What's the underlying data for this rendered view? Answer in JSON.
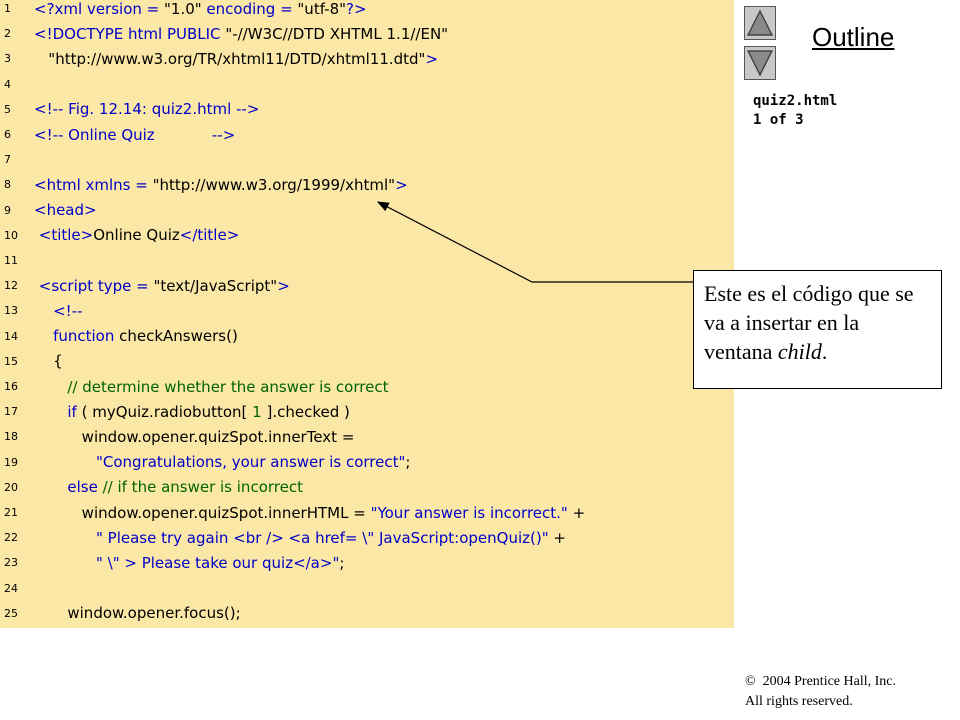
{
  "sidebar": {
    "outline_label": "Outline",
    "file_name": "quiz2.html",
    "page_indicator": "1 of 3",
    "nav_up_icon": "triangle-up-icon",
    "nav_down_icon": "triangle-down-icon"
  },
  "callout": {
    "text_before": "Este es el código que se va a insertar en la ventana ",
    "text_italic": "child",
    "text_after": "."
  },
  "footer": {
    "copyright_symbol": "©",
    "copyright_line1": "2004 Prentice Hall, Inc.",
    "copyright_line2": "All rights reserved."
  },
  "colors": {
    "code_background": "#fbe7a6",
    "code_blue": "#0000c8",
    "code_green": "#006400"
  },
  "code": {
    "lines": [
      {
        "num": "1",
        "segs": [
          [
            "b",
            "<?xml version = "
          ],
          [
            "k",
            "\"1.0\""
          ],
          [
            "b",
            " encoding = "
          ],
          [
            "k",
            "\"utf-8\""
          ],
          [
            "b",
            "?>"
          ]
        ]
      },
      {
        "num": "2",
        "segs": [
          [
            "b",
            "<!DOCTYPE html PUBLIC "
          ],
          [
            "k",
            "\"-//W3C//DTD XHTML 1.1//EN\""
          ]
        ]
      },
      {
        "num": "3",
        "segs": [
          [
            "k",
            "   \"http://www.w3.org/TR/xhtml11/DTD/xhtml11.dtd\""
          ],
          [
            "b",
            ">"
          ]
        ]
      },
      {
        "num": "4",
        "segs": []
      },
      {
        "num": "5",
        "segs": [
          [
            "b",
            "<!-- Fig. 12.14: quiz2.html -->"
          ]
        ]
      },
      {
        "num": "6",
        "segs": [
          [
            "b",
            "<!-- Online Quiz            -->"
          ]
        ]
      },
      {
        "num": "7",
        "segs": []
      },
      {
        "num": "8",
        "segs": [
          [
            "b",
            "<html xmlns = "
          ],
          [
            "k",
            "\"http://www.w3.org/1999/xhtml\""
          ],
          [
            "b",
            ">"
          ]
        ]
      },
      {
        "num": "9",
        "segs": [
          [
            "b",
            "<head>"
          ]
        ]
      },
      {
        "num": "10",
        "segs": [
          [
            "b",
            " <title>"
          ],
          [
            "k",
            "Online Quiz"
          ],
          [
            "b",
            "</title>"
          ]
        ]
      },
      {
        "num": "11",
        "segs": []
      },
      {
        "num": "12",
        "segs": [
          [
            "b",
            " <script type = "
          ],
          [
            "k",
            "\"text/JavaScript\""
          ],
          [
            "b",
            ">"
          ]
        ]
      },
      {
        "num": "13",
        "segs": [
          [
            "b",
            "    <!--"
          ]
        ]
      },
      {
        "num": "14",
        "segs": [
          [
            "b",
            "    function "
          ],
          [
            "k",
            "checkAnswers()"
          ]
        ]
      },
      {
        "num": "15",
        "segs": [
          [
            "k",
            "    {"
          ]
        ]
      },
      {
        "num": "16",
        "segs": [
          [
            "g",
            "       // determine whether the answer is correct"
          ]
        ]
      },
      {
        "num": "17",
        "segs": [
          [
            "b",
            "       if "
          ],
          [
            "k",
            "( myQuiz.radiobutton[ "
          ],
          [
            "g",
            "1"
          ],
          [
            "k",
            " ].checked )"
          ]
        ]
      },
      {
        "num": "18",
        "segs": [
          [
            "k",
            "          window.opener.quizSpot.innerText ="
          ]
        ]
      },
      {
        "num": "19",
        "segs": [
          [
            "b",
            "             \"Congratulations, your answer is correct\""
          ],
          [
            "k",
            ";"
          ]
        ]
      },
      {
        "num": "20",
        "segs": [
          [
            "b",
            "       else "
          ],
          [
            "g",
            "// if the answer is incorrect"
          ]
        ]
      },
      {
        "num": "21",
        "segs": [
          [
            "k",
            "          window.opener.quizSpot.innerHTML = "
          ],
          [
            "b",
            "\"Your answer is incorrect.\""
          ],
          [
            "k",
            " +"
          ]
        ]
      },
      {
        "num": "22",
        "segs": [
          [
            "b",
            "             \" Please try again <br /> <a href= \\\" JavaScript:openQuiz()\""
          ],
          [
            "k",
            " +"
          ]
        ]
      },
      {
        "num": "23",
        "segs": [
          [
            "b",
            "             \" \\\" > Please take our quiz</a>\""
          ],
          [
            "k",
            ";"
          ]
        ]
      },
      {
        "num": "24",
        "segs": []
      },
      {
        "num": "25",
        "segs": [
          [
            "k",
            "       window.opener.focus();"
          ]
        ]
      }
    ]
  }
}
